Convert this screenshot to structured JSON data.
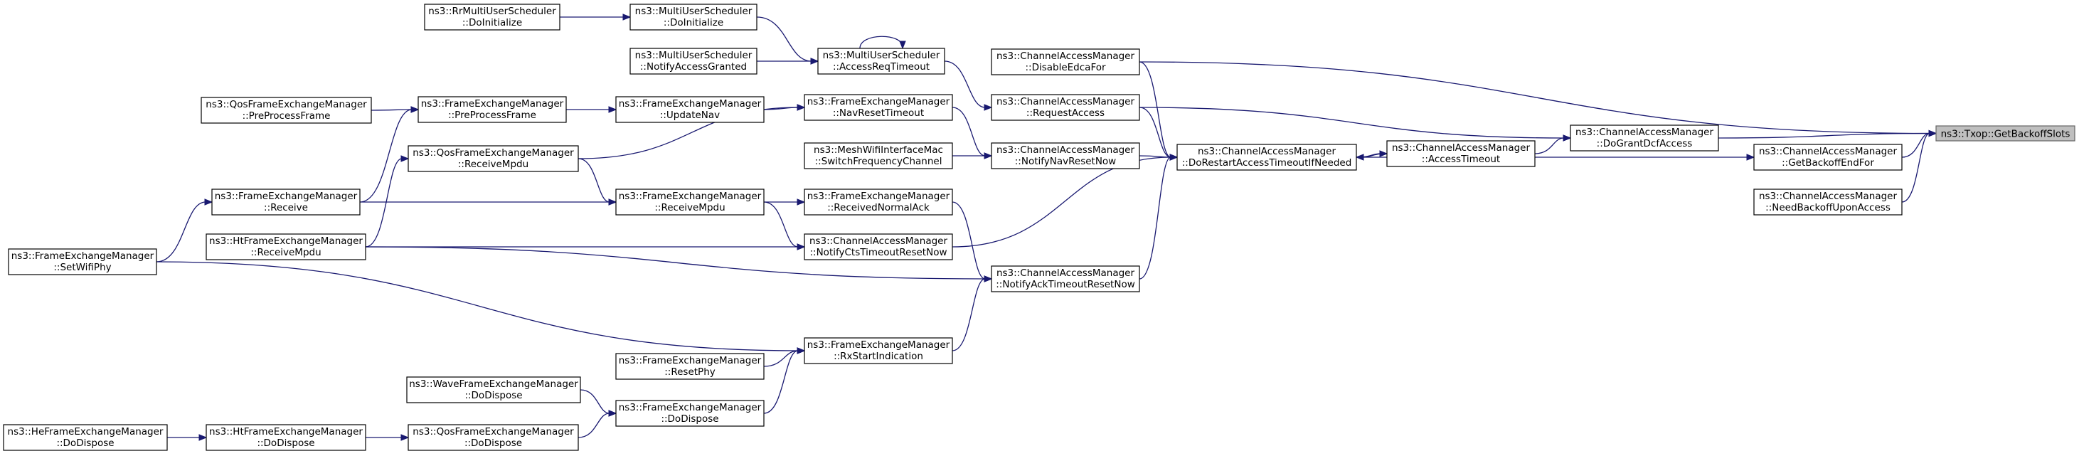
{
  "graph": {
    "nodes": [
      {
        "id": "root",
        "line1": "ns3::Txop::GetBackoffSlots",
        "line2": "",
        "root": true
      },
      {
        "id": "cam_disableEdca",
        "line1": "ns3::ChannelAccessManager",
        "line2": "::DisableEdcaFor"
      },
      {
        "id": "cam_doGrant",
        "line1": "ns3::ChannelAccessManager",
        "line2": "::DoGrantDcfAccess"
      },
      {
        "id": "cam_getBackoffEnd",
        "line1": "ns3::ChannelAccessManager",
        "line2": "::GetBackoffEndFor"
      },
      {
        "id": "cam_needBackoff",
        "line1": "ns3::ChannelAccessManager",
        "line2": "::NeedBackoffUponAccess"
      },
      {
        "id": "cam_requestAccess",
        "line1": "ns3::ChannelAccessManager",
        "line2": "::RequestAccess"
      },
      {
        "id": "cam_doRestart",
        "line1": "ns3::ChannelAccessManager",
        "line2": "::DoRestartAccessTimeoutIfNeeded"
      },
      {
        "id": "cam_accessTimeout",
        "line1": "ns3::ChannelAccessManager",
        "line2": "::AccessTimeout"
      },
      {
        "id": "cam_notifyNav",
        "line1": "ns3::ChannelAccessManager",
        "line2": "::NotifyNavResetNow"
      },
      {
        "id": "cam_notifyCts",
        "line1": "ns3::ChannelAccessManager",
        "line2": "::NotifyCtsTimeoutResetNow"
      },
      {
        "id": "cam_notifyAck",
        "line1": "ns3::ChannelAccessManager",
        "line2": "::NotifyAckTimeoutResetNow"
      },
      {
        "id": "mus_accessReq",
        "line1": "ns3::MultiUserScheduler",
        "line2": "::AccessReqTimeout"
      },
      {
        "id": "mus_doInit",
        "line1": "ns3::MultiUserScheduler",
        "line2": "::DoInitialize"
      },
      {
        "id": "mus_notifyGranted",
        "line1": "ns3::MultiUserScheduler",
        "line2": "::NotifyAccessGranted"
      },
      {
        "id": "rr_doInit",
        "line1": "ns3::RrMultiUserScheduler",
        "line2": "::DoInitialize"
      },
      {
        "id": "fem_navReset",
        "line1": "ns3::FrameExchangeManager",
        "line2": "::NavResetTimeout"
      },
      {
        "id": "fem_updateNav",
        "line1": "ns3::FrameExchangeManager",
        "line2": "::UpdateNav"
      },
      {
        "id": "fem_preProcess",
        "line1": "ns3::FrameExchangeManager",
        "line2": "::PreProcessFrame"
      },
      {
        "id": "qos_preProcess",
        "line1": "ns3::QosFrameExchangeManager",
        "line2": "::PreProcessFrame"
      },
      {
        "id": "qos_receiveMpdu",
        "line1": "ns3::QosFrameExchangeManager",
        "line2": "::ReceiveMpdu"
      },
      {
        "id": "mesh_switch",
        "line1": "ns3::MeshWifiInterfaceMac",
        "line2": "::SwitchFrequencyChannel"
      },
      {
        "id": "fem_receive",
        "line1": "ns3::FrameExchangeManager",
        "line2": "::Receive"
      },
      {
        "id": "fem_receiveMpdu",
        "line1": "ns3::FrameExchangeManager",
        "line2": "::ReceiveMpdu"
      },
      {
        "id": "fem_receivedNormalAck",
        "line1": "ns3::FrameExchangeManager",
        "line2": "::ReceivedNormalAck"
      },
      {
        "id": "ht_receiveMpdu",
        "line1": "ns3::HtFrameExchangeManager",
        "line2": "::ReceiveMpdu"
      },
      {
        "id": "fem_setWifiPhy",
        "line1": "ns3::FrameExchangeManager",
        "line2": "::SetWifiPhy"
      },
      {
        "id": "fem_rxStart",
        "line1": "ns3::FrameExchangeManager",
        "line2": "::RxStartIndication"
      },
      {
        "id": "fem_resetPhy",
        "line1": "ns3::FrameExchangeManager",
        "line2": "::ResetPhy"
      },
      {
        "id": "fem_doDispose",
        "line1": "ns3::FrameExchangeManager",
        "line2": "::DoDispose"
      },
      {
        "id": "wave_doDispose",
        "line1": "ns3::WaveFrameExchangeManager",
        "line2": "::DoDispose"
      },
      {
        "id": "qos_doDispose",
        "line1": "ns3::QosFrameExchangeManager",
        "line2": "::DoDispose"
      },
      {
        "id": "ht_doDispose",
        "line1": "ns3::HtFrameExchangeManager",
        "line2": "::DoDispose"
      },
      {
        "id": "he_doDispose",
        "line1": "ns3::HeFrameExchangeManager",
        "line2": "::DoDispose"
      }
    ],
    "edges": [
      [
        "cam_disableEdca",
        "root"
      ],
      [
        "cam_doGrant",
        "root"
      ],
      [
        "cam_getBackoffEnd",
        "root"
      ],
      [
        "cam_needBackoff",
        "root"
      ],
      [
        "cam_requestAccess",
        "cam_doGrant"
      ],
      [
        "cam_accessTimeout",
        "cam_doGrant"
      ],
      [
        "cam_doRestart",
        "cam_getBackoffEnd"
      ],
      [
        "cam_doRestart",
        "cam_accessTimeout"
      ],
      [
        "cam_accessTimeout",
        "cam_doRestart"
      ],
      [
        "mus_accessReq",
        "cam_requestAccess"
      ],
      [
        "cam_disableEdca",
        "cam_doRestart"
      ],
      [
        "cam_requestAccess",
        "cam_doRestart"
      ],
      [
        "cam_notifyNav",
        "cam_doRestart"
      ],
      [
        "cam_notifyCts",
        "cam_doRestart"
      ],
      [
        "cam_notifyAck",
        "cam_doRestart"
      ],
      [
        "mus_accessReq",
        "mus_accessReq"
      ],
      [
        "mus_doInit",
        "mus_accessReq"
      ],
      [
        "mus_notifyGranted",
        "mus_accessReq"
      ],
      [
        "rr_doInit",
        "mus_doInit"
      ],
      [
        "fem_navReset",
        "cam_notifyNav"
      ],
      [
        "mesh_switch",
        "cam_notifyNav"
      ],
      [
        "fem_updateNav",
        "fem_navReset"
      ],
      [
        "qos_receiveMpdu",
        "fem_navReset"
      ],
      [
        "fem_preProcess",
        "fem_updateNav"
      ],
      [
        "qos_preProcess",
        "fem_preProcess"
      ],
      [
        "fem_receive",
        "fem_preProcess"
      ],
      [
        "fem_receive",
        "fem_receiveMpdu"
      ],
      [
        "qos_receiveMpdu",
        "fem_receiveMpdu"
      ],
      [
        "ht_receiveMpdu",
        "qos_receiveMpdu"
      ],
      [
        "fem_receiveMpdu",
        "fem_receivedNormalAck"
      ],
      [
        "fem_receiveMpdu",
        "cam_notifyCts"
      ],
      [
        "ht_receiveMpdu",
        "cam_notifyCts"
      ],
      [
        "ht_receiveMpdu",
        "cam_notifyAck"
      ],
      [
        "fem_receivedNormalAck",
        "cam_notifyAck"
      ],
      [
        "fem_rxStart",
        "cam_notifyAck"
      ],
      [
        "fem_setWifiPhy",
        "fem_receive"
      ],
      [
        "fem_setWifiPhy",
        "fem_rxStart"
      ],
      [
        "fem_resetPhy",
        "fem_rxStart"
      ],
      [
        "fem_doDispose",
        "fem_rxStart"
      ],
      [
        "wave_doDispose",
        "fem_doDispose"
      ],
      [
        "qos_doDispose",
        "fem_doDispose"
      ],
      [
        "ht_doDispose",
        "qos_doDispose"
      ],
      [
        "he_doDispose",
        "ht_doDispose"
      ]
    ]
  }
}
